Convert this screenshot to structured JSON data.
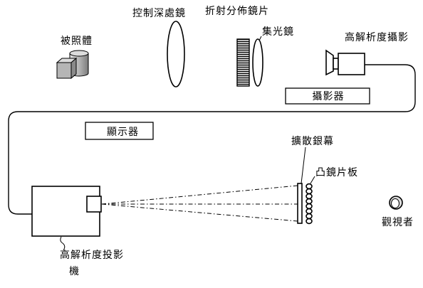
{
  "figure": {
    "labels": {
      "control_depth_lens": "控制深處鏡",
      "refractive_distribution_lens": "折射分佈鏡片",
      "condenser_lens": "集光鏡",
      "high_resolution_camera": "高解析度攝影",
      "illuminated_object": "被照體",
      "camera_unit": "攝影器",
      "display_unit": "顯示器",
      "diffusion_screen": "擴散銀幕",
      "convex_lens_plate": "凸鏡片板",
      "viewer": "觀視者",
      "projector_line1": "高解析度投影",
      "projector_line2": "機"
    },
    "colors": {
      "background": "#ffffff",
      "line": "#000000",
      "shade_light": "#dcdcdc",
      "shade_mid": "#b5b5b5",
      "shade_dark": "#8a8a8a"
    }
  }
}
